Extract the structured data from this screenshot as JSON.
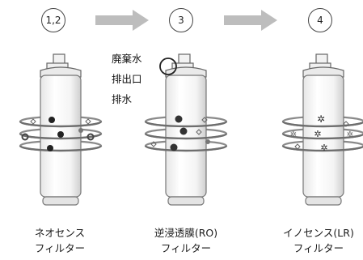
{
  "steps": [
    "1,2",
    "3",
    "4"
  ],
  "side_labels": [
    "廃棄水",
    "排出口",
    "排水"
  ],
  "filters": [
    {
      "line1": "ネオセンス",
      "line2": "フィルター"
    },
    {
      "line1": "逆浸透膜(RO)",
      "line2": "フィルター"
    },
    {
      "line1": "イノセンス(LR)",
      "line2": "フィルター"
    }
  ],
  "colors": {
    "outline": "#555555",
    "shade": "#dcdcdc",
    "ring": "#8a8a8a",
    "arrow": "#bdbdbd"
  }
}
